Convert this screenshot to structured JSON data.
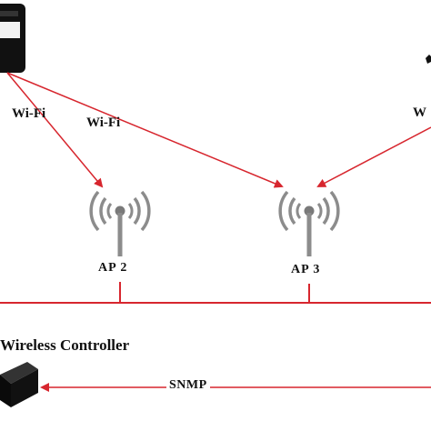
{
  "links": {
    "wifi_1": "Wi-Fi",
    "wifi_2": "Wi-Fi",
    "wifi_3_partial": "W",
    "snmp": "SNMP"
  },
  "devices": {
    "ap2": "AP 2",
    "ap3": "AP 3",
    "controller": "Wireless Controller"
  },
  "colors": {
    "arrow": "#d7262e",
    "backbone": "#d7262e",
    "device": "#111111",
    "antenna": "#8c8c8c"
  },
  "icons": [
    "phone-icon",
    "access-point-icon",
    "controller-box-icon"
  ]
}
